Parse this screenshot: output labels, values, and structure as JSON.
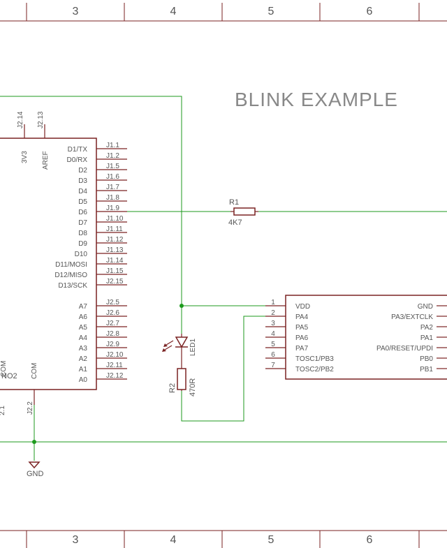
{
  "title": "BLINK EXAMPLE",
  "frame_columns": [
    "3",
    "4",
    "5",
    "6"
  ],
  "arduino": {
    "top_pins": [
      "J2.14",
      "J2.13"
    ],
    "top_pin_names": [
      "3V3",
      "AREF"
    ],
    "left_names": [
      "D1/TX",
      "D0/RX",
      "D2",
      "D3",
      "D4",
      "D5",
      "D6",
      "D7",
      "D8",
      "D9",
      "D10",
      "D11/MOSI",
      "D12/MISO",
      "D13/SCK",
      "A7",
      "A6",
      "A5",
      "A4",
      "A3",
      "A2",
      "A1",
      "A0"
    ],
    "right_pins": [
      "J1.1",
      "J1.2",
      "J1.5",
      "J1.6",
      "J1.7",
      "J1.8",
      "J1.9",
      "J1.10",
      "J1.11",
      "J1.12",
      "J1.13",
      "J1.14",
      "J1.15",
      "J2.15",
      "J2.5",
      "J2.6",
      "J2.7",
      "J2.8",
      "J2.9",
      "J2.10",
      "J2.11",
      "J2.12"
    ],
    "bottom_pin_name": "COM",
    "bottom_pin": "J2.2",
    "partial_left": "NO2",
    "partial_left2": "COM",
    "partial_left3": "2.1"
  },
  "r1": {
    "name": "R1",
    "value": "4K7"
  },
  "r2": {
    "name": "R2",
    "value": "470R"
  },
  "led": {
    "name": "LED1"
  },
  "gnd": {
    "name": "GND"
  },
  "mcu": {
    "left_nums": [
      "1",
      "2",
      "3",
      "4",
      "5",
      "6",
      "7"
    ],
    "left_names": [
      "VDD",
      "PA4",
      "PA5",
      "PA6",
      "PA7",
      "TOSC1/PB3",
      "TOSC2/PB2"
    ],
    "right_names": [
      "GND",
      "PA3/EXTCLK",
      "PA2",
      "PA1",
      "PA0/RESET/UPDI",
      "PB0",
      "PB1"
    ]
  }
}
